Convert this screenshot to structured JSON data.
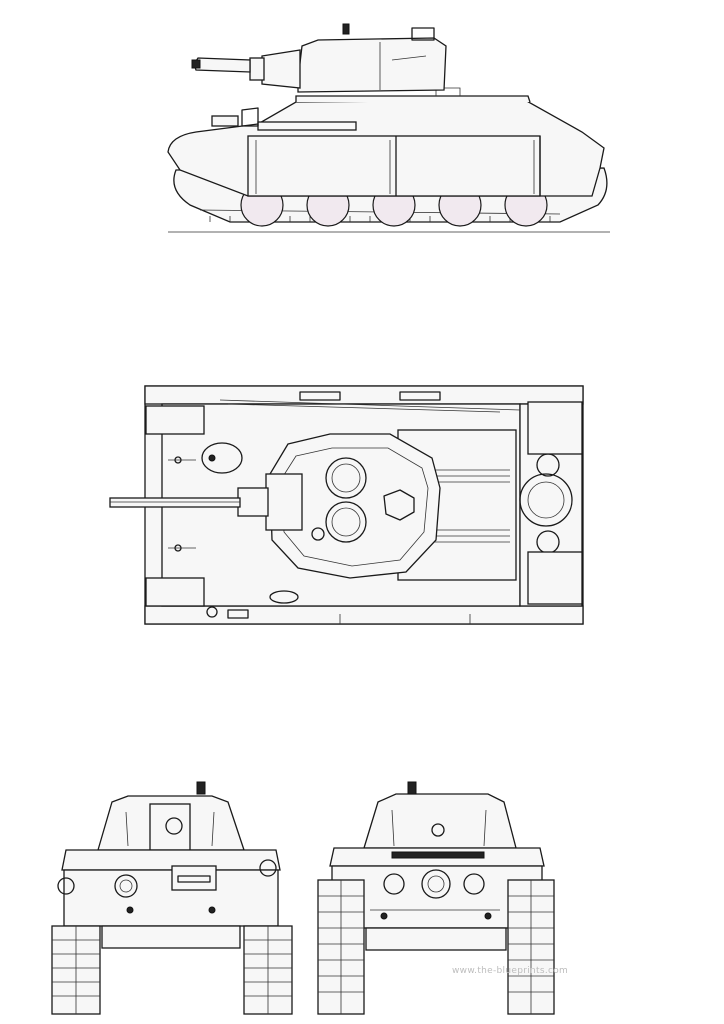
{
  "watermark": "www.the-blueprints.com",
  "views": [
    {
      "id": "side",
      "label": ""
    },
    {
      "id": "top",
      "label": ""
    },
    {
      "id": "front",
      "label": ""
    },
    {
      "id": "rear",
      "label": ""
    }
  ]
}
